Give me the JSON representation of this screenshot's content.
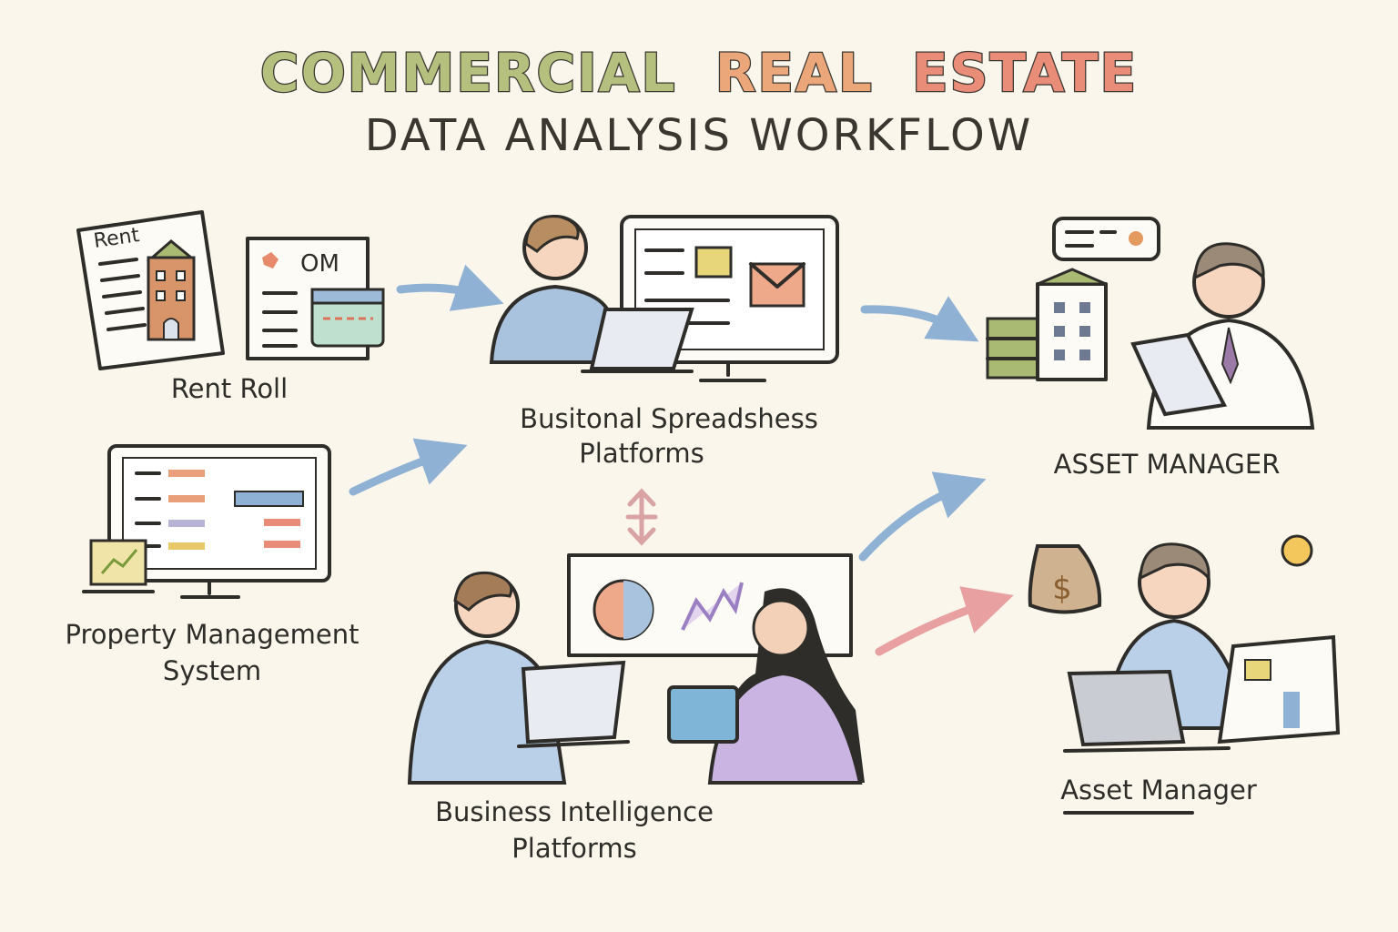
{
  "title": {
    "line1_words": [
      "COMMERCIAL",
      "REAL",
      "ESTATE"
    ],
    "line1_colors": [
      "#b5bf7e",
      "#eba77a",
      "#e98c78"
    ],
    "line2": "DATA ANALYSIS WORKFLOW"
  },
  "nodes": {
    "rent_roll": {
      "label": "Rent Roll",
      "doc1_text": "Rent",
      "doc2_text": "OM"
    },
    "pms": {
      "label_line1": "Property Management",
      "label_line2": "System"
    },
    "spreadsheets": {
      "label_line1": "Busitonal Spreadshess",
      "label_line2": "Platforms"
    },
    "bi": {
      "label_line1": "Business Intelligence",
      "label_line2": "Platforms"
    },
    "asset_manager_top": {
      "label": "ASSET MANAGER"
    },
    "asset_manager_bottom": {
      "label": "Asset Manager",
      "money_symbol": "$"
    }
  },
  "colors": {
    "arrow_blue": "#8fb1d3",
    "arrow_pink": "#e8a0a0",
    "background": "#faf6ec"
  }
}
